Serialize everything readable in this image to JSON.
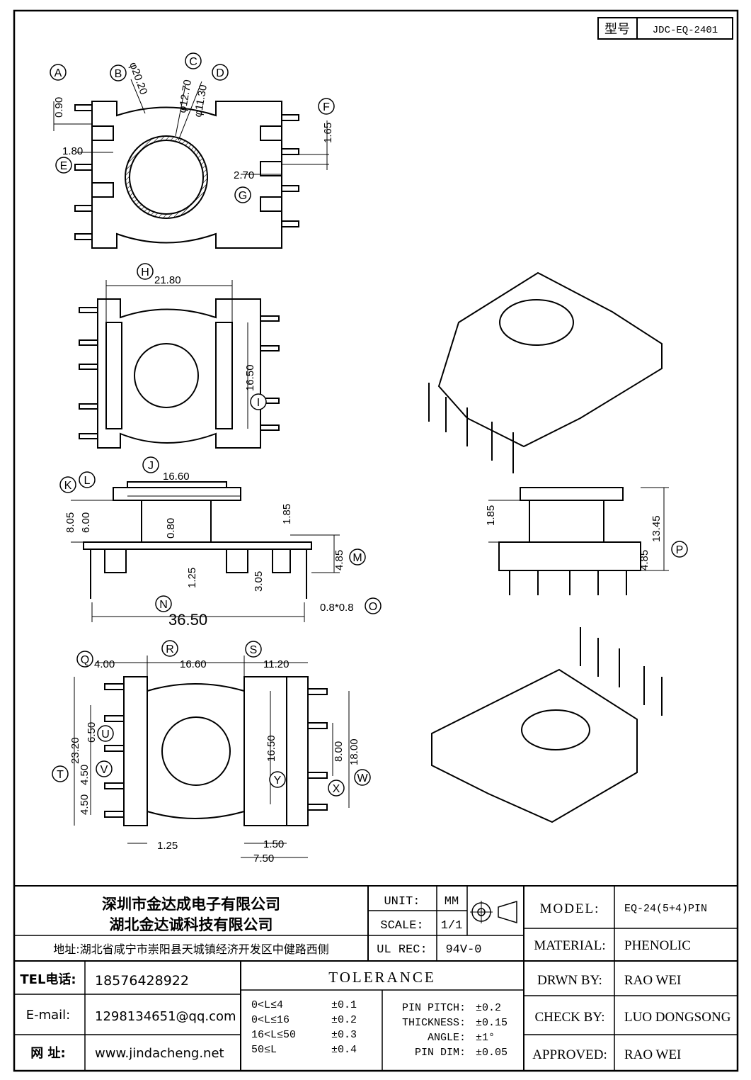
{
  "model_box": {
    "label": "型号",
    "value": "JDC-EQ-2401"
  },
  "dimensions": {
    "top": {
      "d090": "0.90",
      "d180": "1.80",
      "phi2020": "φ20.20",
      "phi1270": "φ12.70",
      "phi1130": "φ11.30",
      "d165": "1.65",
      "d270": "2.70"
    },
    "second": {
      "d2180": "21.80",
      "d1650": "16.50"
    },
    "side": {
      "d1660": "16.60",
      "d805": "8.05",
      "d600": "6.00",
      "d080": "0.80",
      "d185": "1.85",
      "d125": "1.25",
      "d305": "3.05",
      "d485": "4.85",
      "d3650": "36.50",
      "d08x08": "0.8*0.8"
    },
    "side_right": {
      "d185": "1.85",
      "d1345": "13.45",
      "d485": "4.85"
    },
    "bottom": {
      "d400": "4.00",
      "d1660": "16.60",
      "d1120": "11.20",
      "d2320": "23.20",
      "d650": "6.50",
      "d450a": "4.50",
      "d450b": "4.50",
      "d1650": "16.50",
      "d800": "8.00",
      "d1800": "18.00",
      "d125": "1.25",
      "d150": "1.50",
      "d750": "7.50"
    }
  },
  "callouts": [
    "A",
    "B",
    "C",
    "D",
    "E",
    "F",
    "G",
    "H",
    "I",
    "J",
    "K",
    "L",
    "M",
    "N",
    "O",
    "P",
    "Q",
    "R",
    "S",
    "T",
    "U",
    "V",
    "W",
    "X",
    "Y"
  ],
  "title_block": {
    "company_1": "深圳市金达成电子有限公司",
    "company_2": "湖北金达诚科技有限公司",
    "address": "地址:湖北省咸宁市崇阳县天城镇经济开发区中健路西侧",
    "tel_label": "TEL电话:",
    "tel_value": "18576428922",
    "email_label": "E-mail:",
    "email_value": "1298134651@qq.com",
    "web_label": "网    址:",
    "web_value": "www.jindacheng.net",
    "unit_label": "UNIT:",
    "unit_value": "MM",
    "scale_label": "SCALE:",
    "scale_value": "1/1",
    "ulrec_label": "UL REC:",
    "ulrec_value": "94V-0",
    "tolerance_title": "TOLERANCE",
    "tol_rows": [
      {
        "range": "0<L≤4",
        "value": "±0.1"
      },
      {
        "range": "0<L≤16",
        "value": "±0.2"
      },
      {
        "range": "16<L≤50",
        "value": "±0.3"
      },
      {
        "range": "50≤L",
        "value": "±0.4"
      }
    ],
    "pin_rows": [
      {
        "label": "PIN PITCH:",
        "value": "±0.2"
      },
      {
        "label": "THICKNESS:",
        "value": "±0.15"
      },
      {
        "label": "ANGLE:",
        "value": "±1°"
      },
      {
        "label": "PIN DIM:",
        "value": "±0.05"
      }
    ],
    "model_label": "MODEL:",
    "model_value": "EQ-24(5+4)PIN",
    "material_label": "MATERIAL:",
    "material_value": "PHENOLIC",
    "drwn_label": "DRWN BY:",
    "drwn_value": "RAO WEI",
    "check_label": "CHECK BY:",
    "check_value": "LUO DONGSONG",
    "approved_label": "APPROVED:",
    "approved_value": "RAO WEI"
  }
}
